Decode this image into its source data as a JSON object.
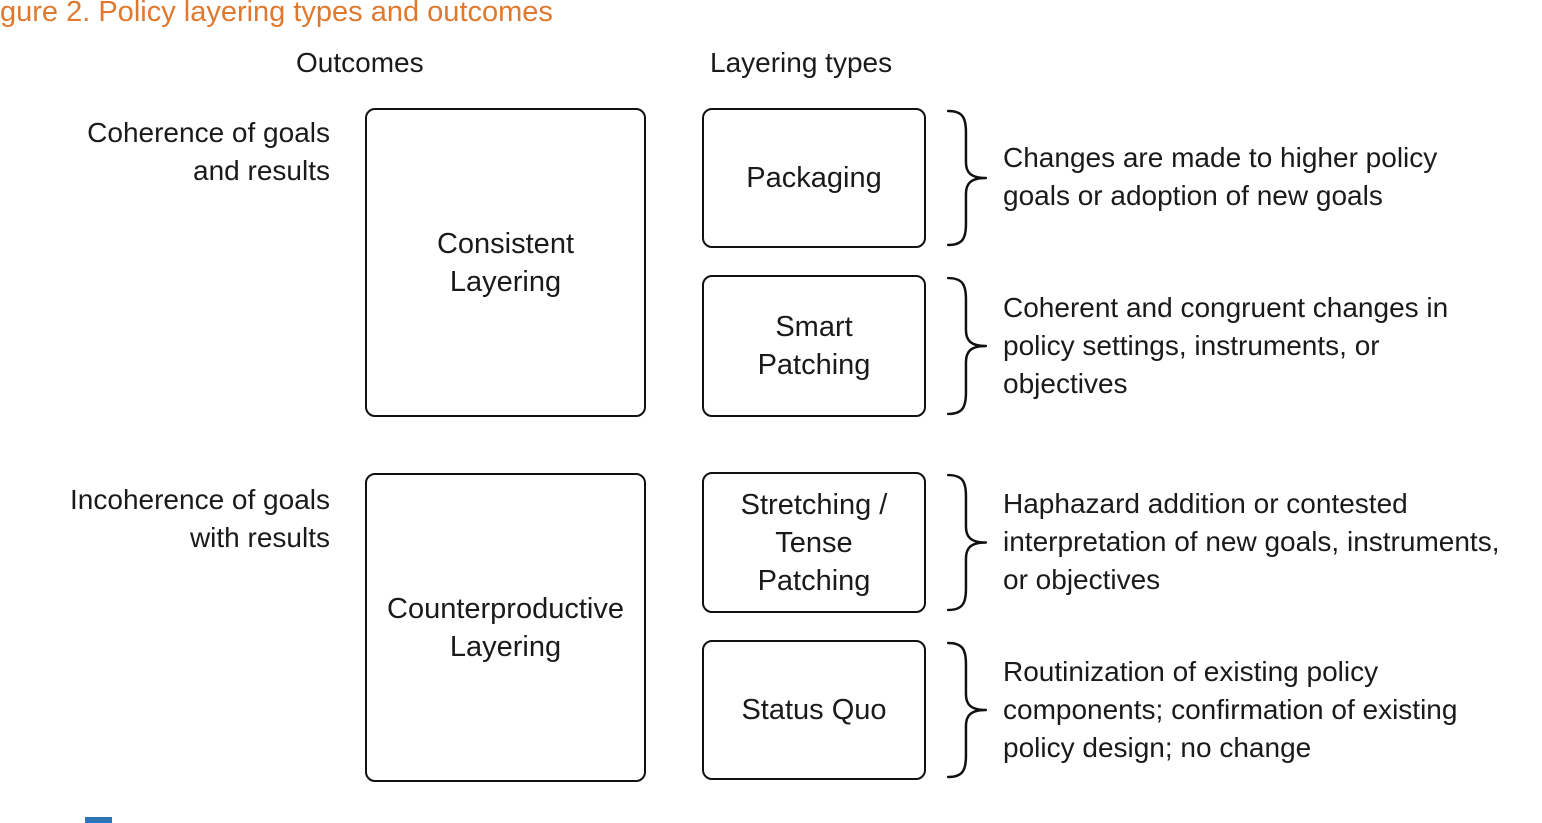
{
  "figure": {
    "title": "gure 2. Policy layering types and outcomes",
    "title_color": "#E0792E"
  },
  "columns": {
    "outcomes_header": "Outcomes",
    "types_header": "Layering types"
  },
  "groups": [
    {
      "outcome_label": "Coherence of goals\nand results",
      "outcome_box": "Consistent\nLayering",
      "types": [
        {
          "box": "Packaging",
          "desc": "Changes are made to higher policy\ngoals or adoption of new goals"
        },
        {
          "box": "Smart\nPatching",
          "desc": "Coherent and congruent changes in\npolicy settings, instruments, or\nobjectives"
        }
      ]
    },
    {
      "outcome_label": "Incoherence of goals\nwith results",
      "outcome_box": "Counterproductive\nLayering",
      "types": [
        {
          "box": "Stretching /\nTense\nPatching",
          "desc": "Haphazard addition or contested\ninterpretation of new goals, instruments,\nor objectives"
        },
        {
          "box": "Status Quo",
          "desc": "Routinization of existing policy\ncomponents; confirmation of existing\npolicy design; no change"
        }
      ]
    }
  ],
  "footer": {
    "accent_bar_color": "#2E75B6"
  }
}
